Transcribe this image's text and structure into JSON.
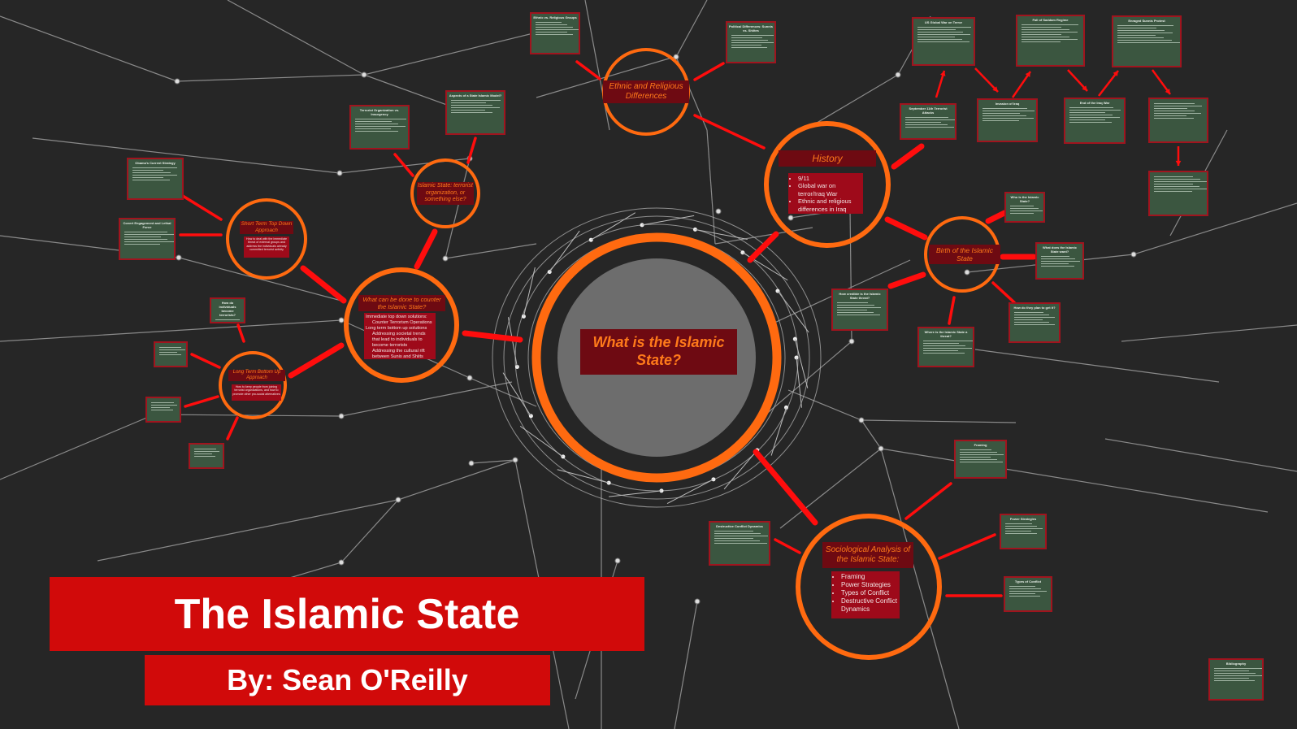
{
  "presentation": {
    "title": "The Islamic State",
    "subtitle": "By: Sean O'Reilly"
  },
  "center": {
    "title": "What is the Islamic State?"
  },
  "topics": {
    "ethnic": {
      "title": "Ethnic and Religious Differences"
    },
    "history": {
      "title": "History",
      "bullets": [
        "9/11",
        "Global war on terror/Iraq War",
        "Ethnic and religious differences in Iraq"
      ]
    },
    "birth": {
      "title": "Birth of the Islamic State"
    },
    "terrorist": {
      "title": "Islamic State: terrorist organization, or something else?"
    },
    "counter": {
      "title": "What can be done to counter the Islamic State?",
      "lines": [
        "Immediate top down solutions:",
        "Counter Terrorism Operations",
        "Long term bottom up solutions",
        "Addressing societal trends that lead to individuals to become terrorists",
        "Addressing the cultural rift between Sunis and Shiits"
      ]
    },
    "short_term": {
      "title": "Short Term Top Down Approach",
      "body": "How to deal with the immediate threat of external groups and address the individuals already committed terrorist activity"
    },
    "long_term": {
      "title": "Long Term Bottom Up Approach",
      "body": "How to keep people from joining terrorist organizations, and how to promote other pro-social alternatives"
    },
    "sociological": {
      "title": "Sociological Analysis of the Islamic State:",
      "bullets": [
        "Framing",
        "Power Strategies",
        "Types of Conflict",
        "Destructive Conflict Dynamics"
      ]
    }
  },
  "mini_slides": [
    "Ethnic vs. Religious Groups",
    "Political Differences: Sunnis vs. Shiites",
    "US Global War on Terror",
    "Fall of Saddam Regime",
    "Enraged Sunnis Protest",
    "September 11th Terrorist Attacks",
    "Invasion of Iraq",
    "End of the Iraq War",
    "",
    "",
    "Who is the Islamic State?",
    "What does the Islamic State want?",
    "How do they plan to get it?",
    "How credible is the Islamic State threat?",
    "Where is the Islamic State a threat?",
    "Terrorist Organization vs. Insurgency",
    "Aspects of a State Islamic Model?",
    "Obama's Current Strategy",
    "Covert Engagement and Lethal Force",
    "How do individuals become terrorists?",
    "",
    "",
    "",
    "Destructive Conflict Dynamics",
    "Framing",
    "Power Strategies",
    "Types of Conflict",
    "Bibliography"
  ],
  "colors": {
    "background": "#262626",
    "orange": "#ff6a10",
    "red": "#ff0d0d",
    "banner": "#d10a0a",
    "slide": "#3b5640"
  }
}
